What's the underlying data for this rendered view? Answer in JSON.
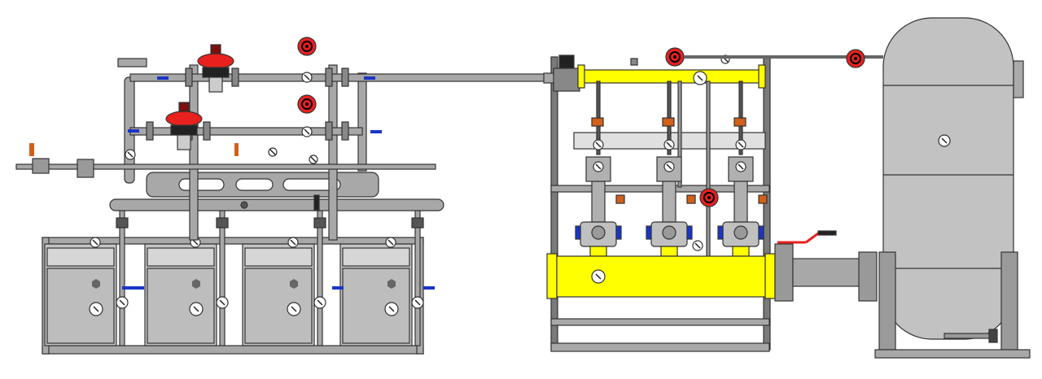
{
  "colors": {
    "steel": "#a8a8a8",
    "steel_dark": "#7a7a7a",
    "outline": "#333333",
    "gas_yellow": "#ffff00",
    "regulator_red": "#e8211f",
    "panel_light": "#e0e0e0",
    "actuator_blue": "#1a35c8",
    "valve_orange": "#d0601a"
  },
  "components": {
    "boilers": 4,
    "regulators": 2,
    "burner_units": 3,
    "red_gauges": 5
  }
}
